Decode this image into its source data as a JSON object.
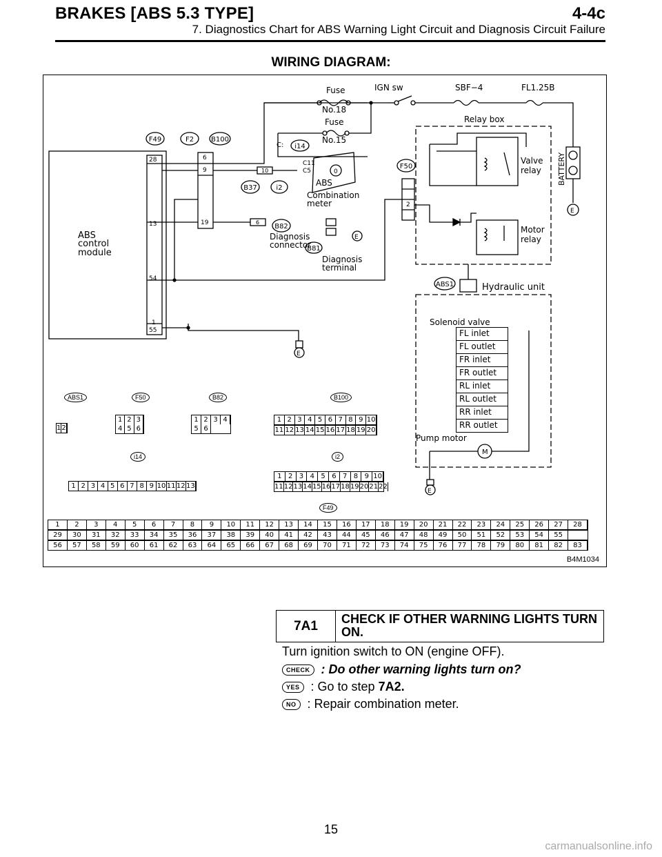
{
  "header": {
    "title": "BRAKES [ABS 5.3 TYPE]",
    "section": "4-4c",
    "subtitle": "7. Diagnostics Chart for ABS Warning Light Circuit and Diagnosis Circuit Failure"
  },
  "diagram": {
    "title": "WIRING DIAGRAM:",
    "figure_id": "B4M1034",
    "labels": {
      "fuse": "Fuse",
      "fuse18": "No.18",
      "fuse15": "No.15",
      "ign": "IGN sw",
      "sbf": "SBF−4",
      "fl": "FL1.25B",
      "relay_box": "Relay box",
      "valve_relay_1": "Valve",
      "valve_relay_2": "relay",
      "motor_relay_1": "Motor",
      "motor_relay_2": "relay",
      "battery": "BATTERY",
      "abs": "ABS",
      "abs_module_1": "ABS",
      "abs_module_2": "control",
      "abs_module_3": "module",
      "comb_1": "Combination",
      "comb_2": "meter",
      "diag_conn_1": "Diagnosis",
      "diag_conn_2": "connector",
      "diag_term_1": "Diagnosis",
      "diag_term_2": "terminal",
      "hydraulic": "Hydraulic unit",
      "solenoid": "Solenoid valve",
      "pump": "Pump motor",
      "c_label": "C:",
      "e": "E"
    },
    "connectors": [
      "F49",
      "F2",
      "B100",
      "i14",
      "F50",
      "B37",
      "i2",
      "B82",
      "B81",
      "ABS1",
      "C11",
      "C5"
    ],
    "pins": {
      "f49_top": [
        "28",
        "13",
        "54",
        "1",
        "55"
      ],
      "f2": [
        "6",
        "9",
        "19"
      ],
      "f50_pin": "2",
      "b37_pin": "10",
      "b82_pin": "6",
      "comb_pin": "0"
    },
    "solenoids": [
      "FL inlet",
      "FL outlet",
      "FR inlet",
      "FR outlet",
      "RL inlet",
      "RL outlet",
      "RR inlet",
      "RR outlet"
    ]
  },
  "connector_layouts": {
    "abs1": [
      "1",
      "2"
    ],
    "f50": [
      "1",
      "2",
      "3",
      "4",
      "5",
      "6"
    ],
    "b82": [
      "1",
      "2",
      "3",
      "4",
      "5",
      "6"
    ],
    "b100_top": [
      "1",
      "2",
      "3",
      "4",
      "5",
      "6",
      "7",
      "8",
      "9",
      "10"
    ],
    "b100_bot": [
      "11",
      "12",
      "13",
      "14",
      "15",
      "16",
      "17",
      "18",
      "19",
      "20"
    ],
    "i14": [
      "1",
      "2",
      "3",
      "4",
      "5",
      "6",
      "7",
      "8",
      "9",
      "10",
      "11",
      "12",
      "13"
    ],
    "i2_top": [
      "1",
      "2",
      "3",
      "4",
      "5",
      "6",
      "7",
      "8",
      "9",
      "10"
    ],
    "i2_bot": [
      "11",
      "12",
      "13",
      "14",
      "15",
      "16",
      "17",
      "18",
      "19",
      "20",
      "21",
      "22"
    ],
    "f49_row1": [
      "1",
      "2",
      "3",
      "4",
      "5",
      "6",
      "7",
      "8",
      "9",
      "10",
      "11",
      "12",
      "13",
      "14",
      "15",
      "16",
      "17",
      "18",
      "19",
      "20",
      "21",
      "22",
      "23",
      "24",
      "25",
      "26",
      "27",
      "28"
    ],
    "f49_row2": [
      "29",
      "30",
      "31",
      "32",
      "33",
      "34",
      "35",
      "36",
      "37",
      "38",
      "39",
      "40",
      "41",
      "42",
      "43",
      "44",
      "45",
      "46",
      "47",
      "48",
      "49",
      "50",
      "51",
      "52",
      "53",
      "54",
      "55"
    ],
    "f49_row3": [
      "56",
      "57",
      "58",
      "59",
      "60",
      "61",
      "62",
      "63",
      "64",
      "65",
      "66",
      "67",
      "68",
      "69",
      "70",
      "71",
      "72",
      "73",
      "74",
      "75",
      "76",
      "77",
      "78",
      "79",
      "80",
      "81",
      "82",
      "83"
    ]
  },
  "step": {
    "id": "7A1",
    "title": "CHECK IF OTHER WARNING LIGHTS TURN ON.",
    "instruction": "Turn ignition switch to ON (engine OFF).",
    "check_icon": "CHECK",
    "question": ": Do other warning lights turn on?",
    "yes_icon": "YES",
    "yes_text": ": Go to step",
    "yes_step": "7A2.",
    "no_icon": "NO",
    "no_text": ": Repair combination meter."
  },
  "page_number": "15",
  "watermark": "carmanualsonline.info"
}
